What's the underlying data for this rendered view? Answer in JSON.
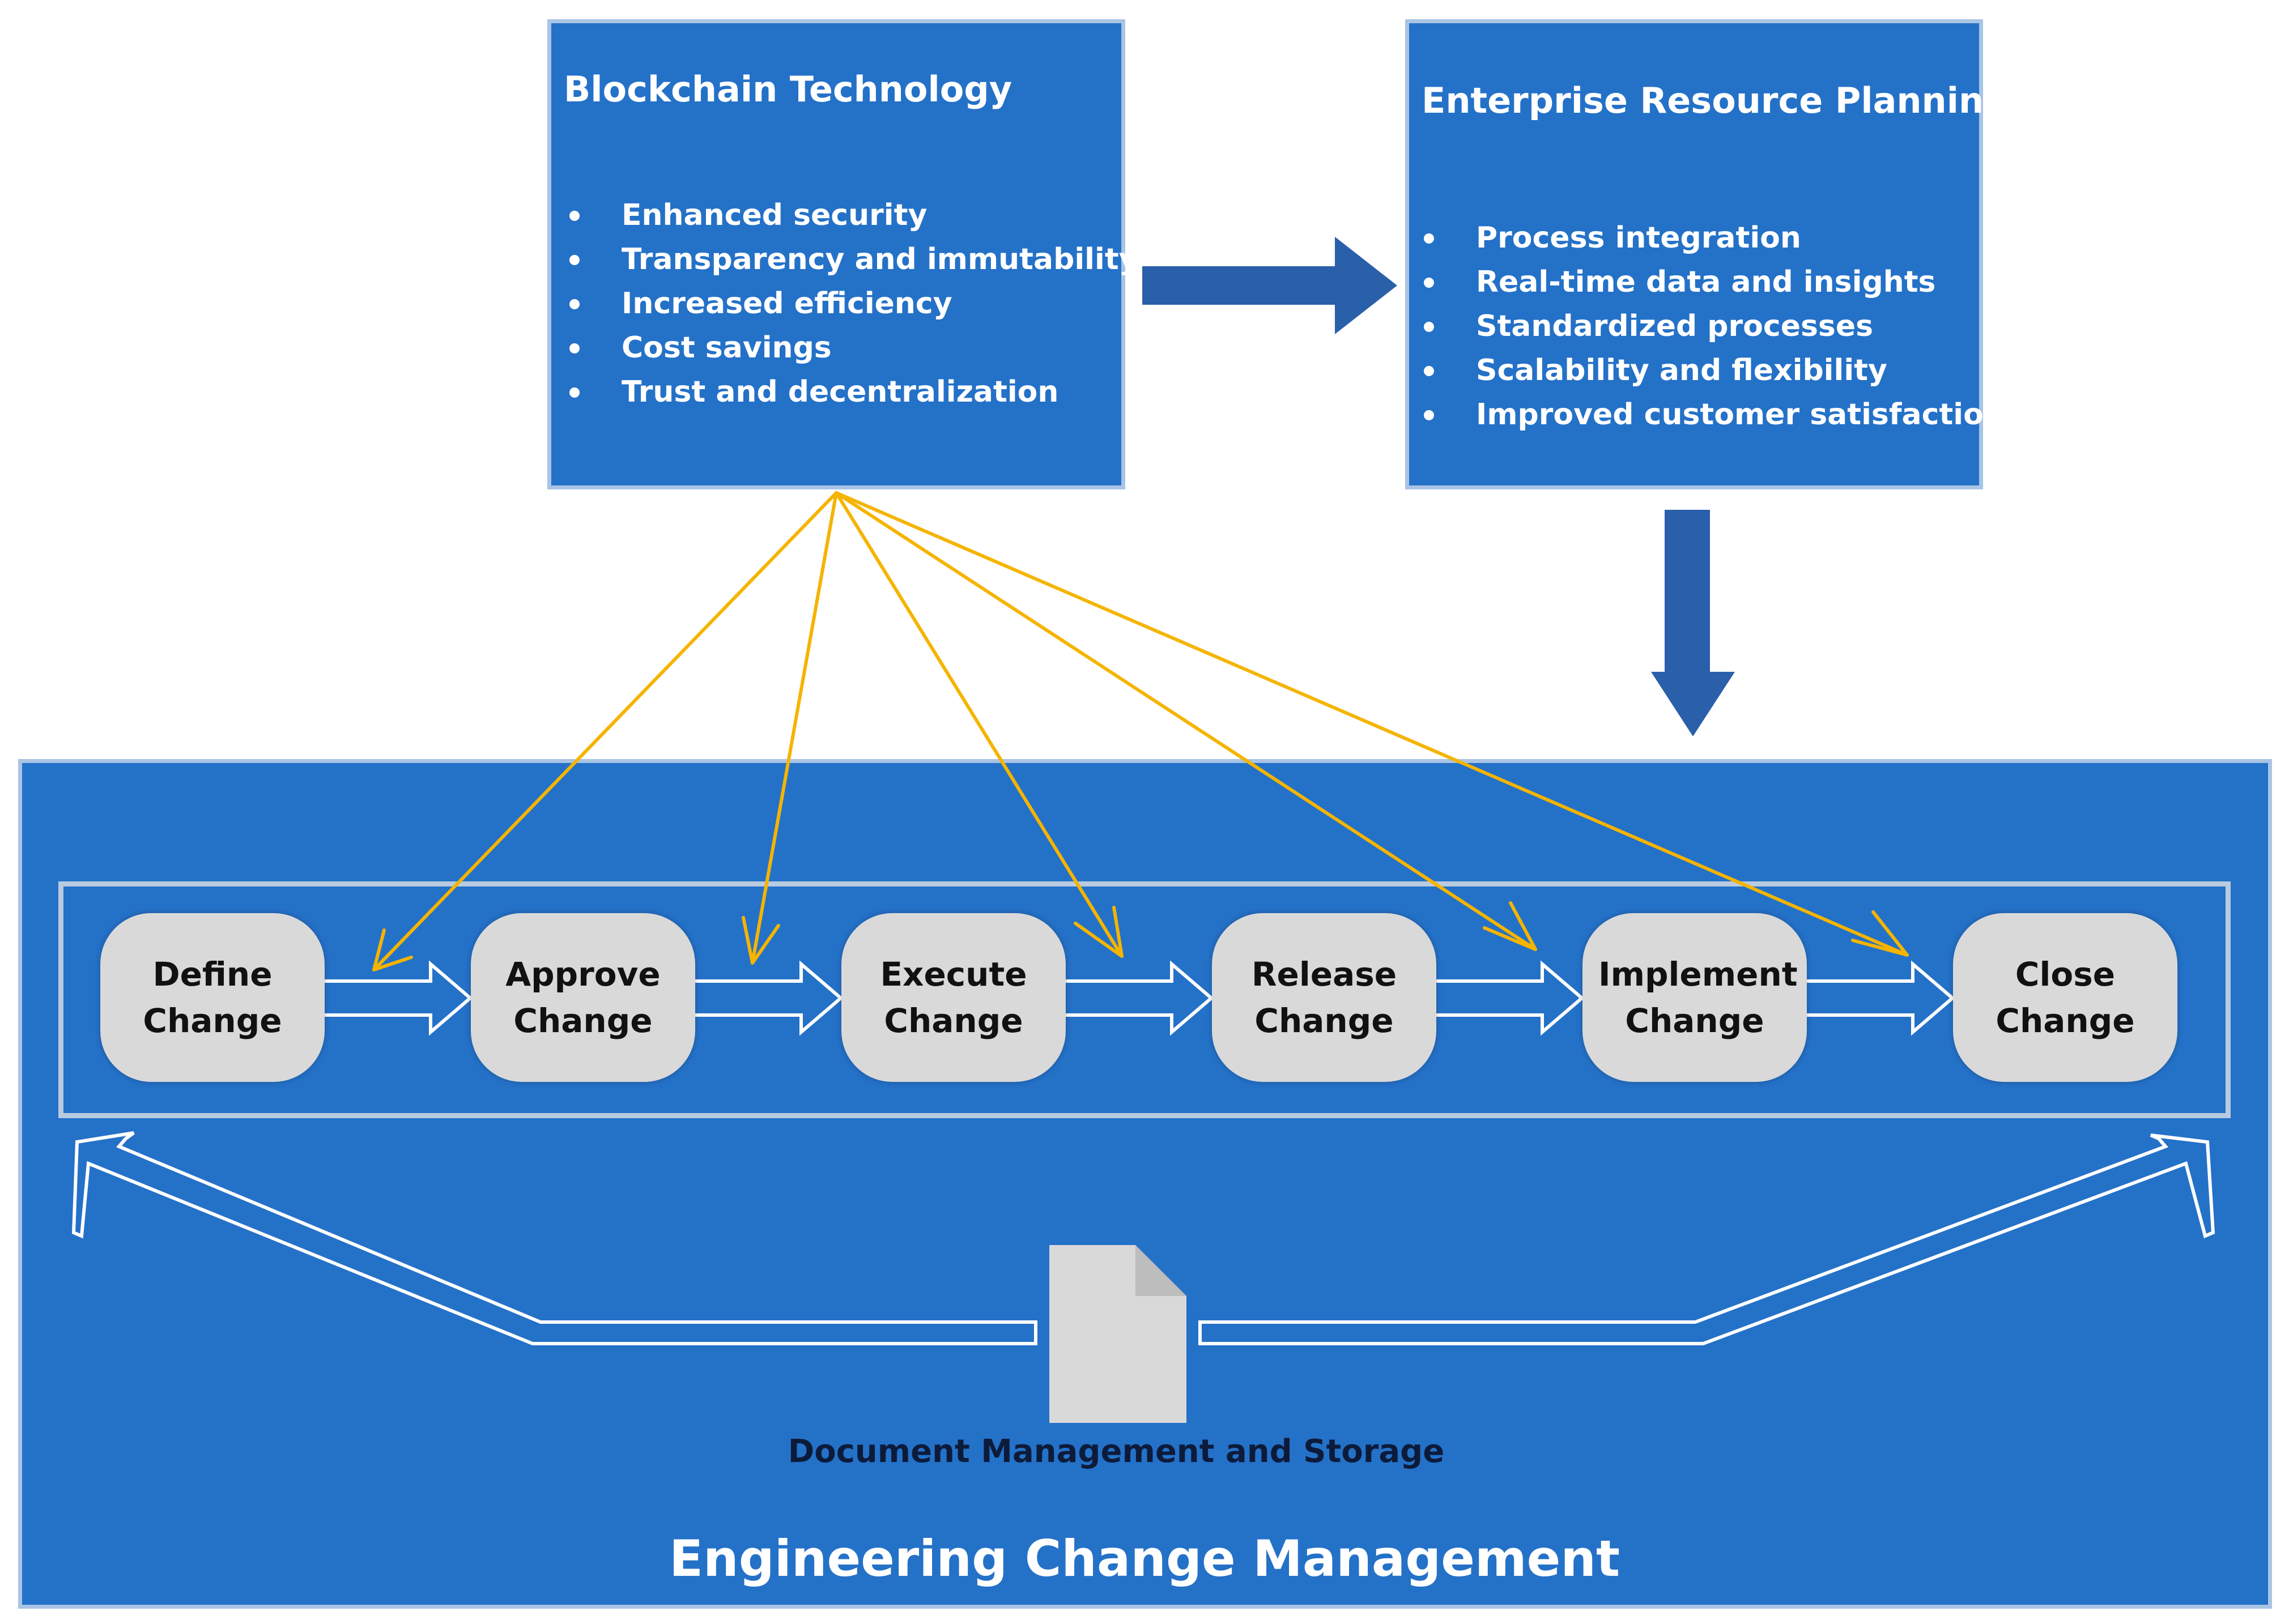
{
  "blockchain_box": {
    "title": "Blockchain Technology",
    "bullets": [
      "Enhanced security",
      "Transparency and immutability",
      "Increased efficiency",
      "Cost savings",
      "Trust and decentralization"
    ]
  },
  "erp_box": {
    "title": "Enterprise Resource Planning",
    "bullets": [
      "Process integration",
      "Real-time data and insights",
      "Standardized processes",
      "Scalability and flexibility",
      "Improved customer satisfaction"
    ]
  },
  "process_steps": [
    "Define\nChange",
    "Approve\nChange",
    "Execute\nChange",
    "Release\nChange",
    "Implement\nChange",
    "Close\nChange"
  ],
  "document_caption": "Document Management and Storage",
  "ecm_title": "Engineering Change Management",
  "colors": {
    "box_blue": "#2471c8",
    "arrow_dark_blue": "#2a5faa",
    "connector_orange": "#f5b400",
    "step_gray": "#d9d9d9"
  }
}
